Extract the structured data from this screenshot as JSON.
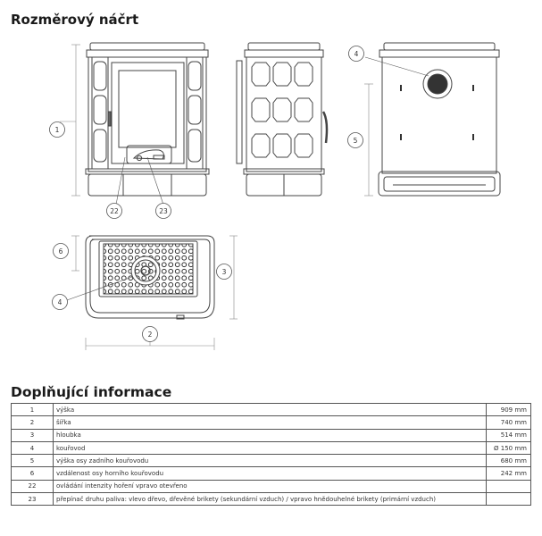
{
  "headings": {
    "sketch": "Rozměrový náčrt",
    "info": "Doplňující informace"
  },
  "callouts": {
    "c1": "1",
    "c2": "2",
    "c3": "3",
    "c4": "4",
    "c5": "5",
    "c6": "6",
    "c22": "22",
    "c23": "23"
  },
  "rows": [
    {
      "num": "1",
      "label": "výška",
      "value": "909 mm"
    },
    {
      "num": "2",
      "label": "šířka",
      "value": "740 mm"
    },
    {
      "num": "3",
      "label": "hloubka",
      "value": "514 mm"
    },
    {
      "num": "4",
      "label": "kouřovod",
      "value": "Ø 150 mm"
    },
    {
      "num": "5",
      "label": "výška osy zadního kouřovodu",
      "value": "680 mm"
    },
    {
      "num": "6",
      "label": "vzdálenost osy horního kouřovodu",
      "value": "242 mm"
    },
    {
      "num": "22",
      "label": "ovládání intenzity hoření    vpravo otevřeno",
      "value": ""
    },
    {
      "num": "23",
      "label": "přepínač druhu paliva: vlevo   dřevo, dřevěné brikety (sekundární vzduch) / vpravo   hnědouhelné brikety (primární vzduch)",
      "value": ""
    }
  ]
}
